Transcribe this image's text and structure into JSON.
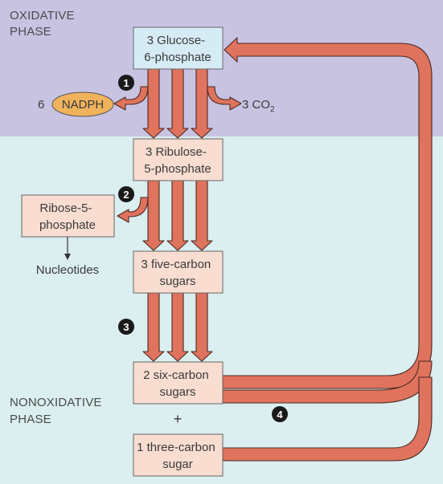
{
  "phases": {
    "oxidative": [
      "OXIDATIVE",
      "PHASE"
    ],
    "nonoxidative": [
      "NONOXIDATIVE",
      "PHASE"
    ]
  },
  "nodes": {
    "glucose6p": [
      "3 Glucose-",
      "6-phosphate"
    ],
    "ribulose5p": [
      "3 Ribulose-",
      "5-phosphate"
    ],
    "ribose5p": [
      "Ribose-5-",
      "phosphate"
    ],
    "five_carbon": [
      "3 five-carbon",
      "sugars"
    ],
    "six_carbon": [
      "2 six-carbon",
      "sugars"
    ],
    "three_carbon": [
      "1 three-carbon",
      "sugar"
    ]
  },
  "labels": {
    "nadph_coef": "6",
    "nadph": "NADPH",
    "co2_main": "3 CO",
    "co2_sub": "2",
    "nucleotides": "Nucleotides",
    "plus": "+"
  },
  "steps": [
    "1",
    "2",
    "3",
    "4"
  ],
  "colors": {
    "oxidative_bg": "#c9c3e2",
    "nonoxidative_bg": "#dbeef0",
    "arrow_fill": "#e0735d",
    "glucose_box": "#d6ecf5",
    "peach_box": "#f8ddd0",
    "nadph_ellipse": "#f0b35c",
    "marker": "#1a1a1a"
  }
}
